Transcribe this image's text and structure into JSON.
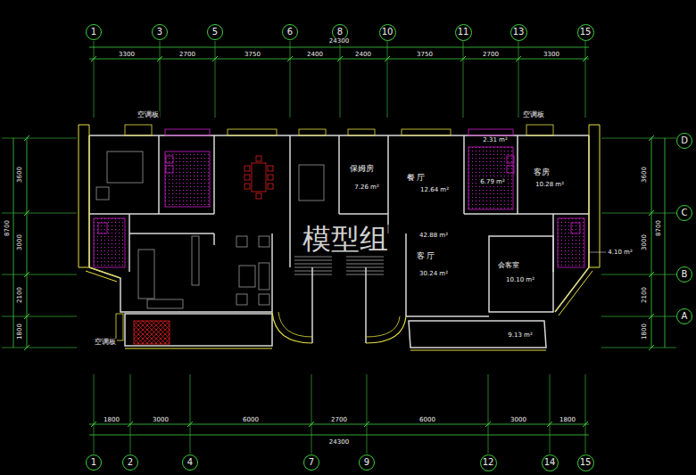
{
  "diagram": {
    "nodes": [
      {
        "text": [
          "1"
        ]
      },
      {
        "text": [
          "3"
        ]
      },
      {
        "text": [
          "5"
        ]
      },
      {
        "text": [
          "6"
        ]
      },
      {
        "text": [
          "8"
        ]
      },
      {
        "text": [
          "10"
        ]
      },
      {
        "text": [
          "11"
        ]
      },
      {
        "text": [
          "13"
        ]
      },
      {
        "text": [
          "15"
        ]
      },
      {
        "text": [
          "D"
        ]
      },
      {
        "text": [
          "C"
        ]
      },
      {
        "text": [
          "B"
        ]
      },
      {
        "text": [
          "A"
        ]
      },
      {
        "text": [
          "1"
        ]
      },
      {
        "text": [
          "2"
        ]
      },
      {
        "text": [
          "4"
        ]
      },
      {
        "text": [
          "7"
        ]
      },
      {
        "text": [
          "9"
        ]
      },
      {
        "text": [
          "12"
        ]
      },
      {
        "text": [
          "14"
        ]
      },
      {
        "text": [
          "15"
        ]
      }
    ],
    "labels": [
      "3300",
      "2700",
      "3750",
      "2400",
      "2400",
      "3750",
      "2700",
      "3300",
      "24300",
      "1800",
      "3000",
      "6000",
      "2700",
      "6000",
      "3000",
      "1800",
      "24300",
      "3600",
      "3000",
      "2100",
      "1800",
      "8700",
      "3600",
      "3000",
      "2100",
      "1800",
      "8700",
      "空调板",
      "空调板",
      "空调板",
      "2.31 m²",
      "保姆房",
      "7.26 m²",
      "餐 厅",
      "12.64 m²",
      "6.79 m²",
      "客房",
      "10.28 m²",
      "42.88 m²",
      "客 厅",
      "30.24 m²",
      "会客室",
      "10.10 m²",
      "4.10 m²",
      "9.13 m²",
      "模型组"
    ]
  }
}
